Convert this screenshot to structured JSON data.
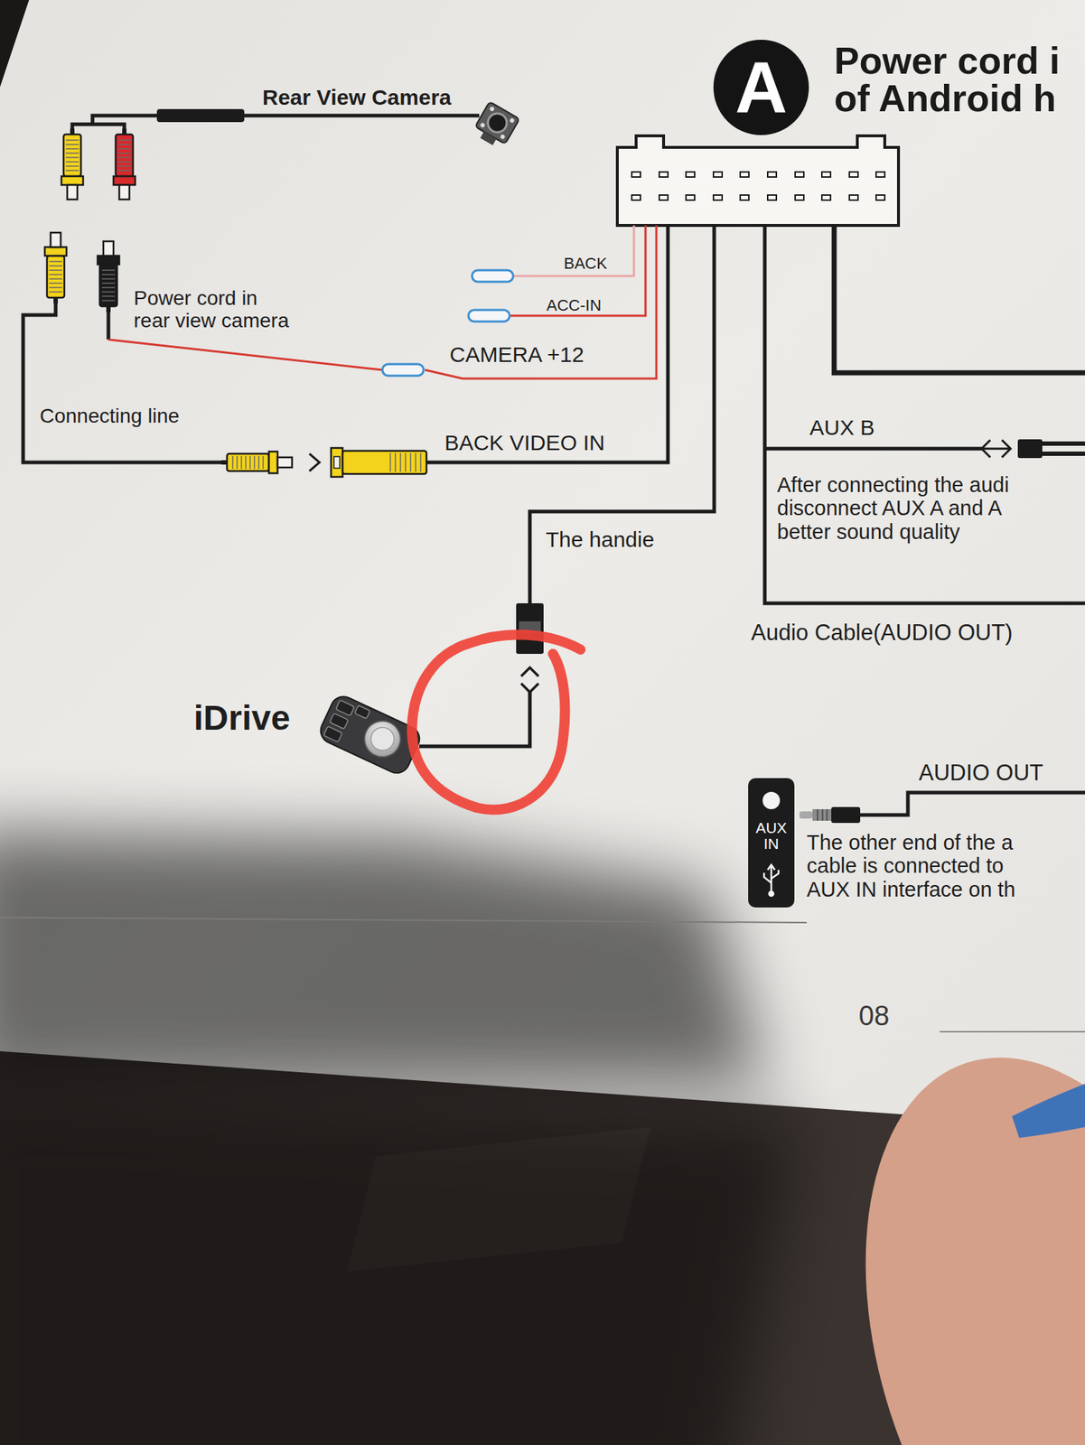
{
  "diagram": {
    "nodes": [
      {
        "text": [
          "A",
          "Power cord i of Android h"
        ]
      },
      {
        "text": [
          "AUX IN"
        ]
      }
    ],
    "labels": [
      "Rear View Camera",
      "BACK",
      "ACC-IN",
      "Power cord in rear view camera",
      "CAMERA +12",
      "Connecting line",
      "BACK VIDEO IN",
      "AUX B",
      "After connecting the audi disconnect AUX A and A better sound quality",
      "The handie",
      "Audio Cable(AUDIO OUT)",
      "iDrive",
      "AUDIO OUT",
      "The other end of the a cable is connected to AUX IN interface on th",
      "08"
    ]
  }
}
